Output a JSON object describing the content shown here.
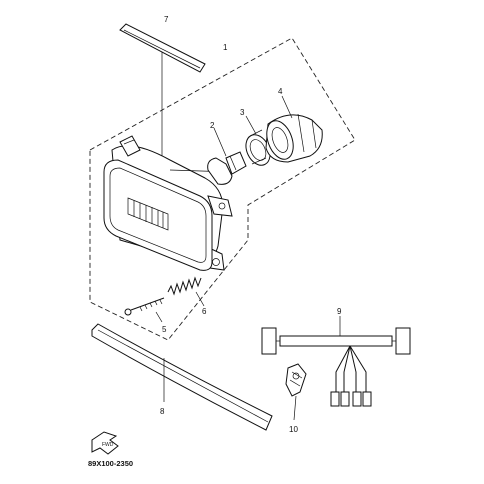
{
  "callouts": [
    "1",
    "2",
    "3",
    "4",
    "5",
    "6",
    "7",
    "8",
    "9",
    "10"
  ],
  "diagram_code": "89X100-2350",
  "fwd_label": "FWD",
  "parts": [
    {
      "callout": "1",
      "icon": "headlight-assembly-icon"
    },
    {
      "callout": "2",
      "icon": "bulb-icon"
    },
    {
      "callout": "3",
      "icon": "bulb-socket-icon"
    },
    {
      "callout": "4",
      "icon": "socket-cover-icon"
    },
    {
      "callout": "5",
      "icon": "bolt-icon"
    },
    {
      "callout": "6",
      "icon": "spring-icon"
    },
    {
      "callout": "7",
      "icon": "upper-trim-strip-icon"
    },
    {
      "callout": "8",
      "icon": "lower-trim-strip-icon"
    },
    {
      "callout": "9",
      "icon": "wire-harness-icon"
    },
    {
      "callout": "10",
      "icon": "connector-clip-icon"
    }
  ]
}
